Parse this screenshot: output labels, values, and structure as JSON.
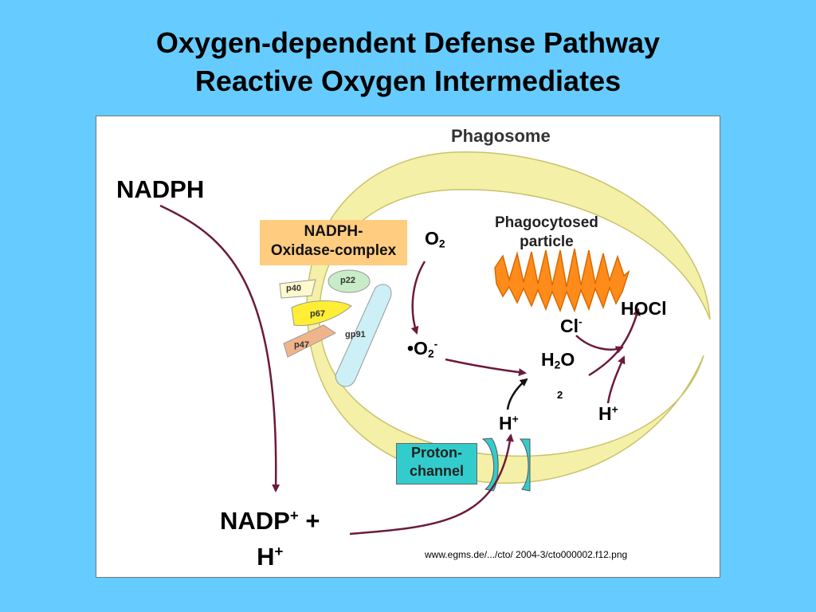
{
  "title": {
    "line1": "Oxygen-dependent Defense Pathway",
    "line2": "Reactive Oxygen Intermediates"
  },
  "diagram": {
    "phagosome": "Phagosome",
    "nadph": "NADPH",
    "complex_line1": "NADPH-",
    "complex_line2": "Oxidase-complex",
    "subunits": {
      "p40": "p40",
      "p22": "p22",
      "p67": "p67",
      "p47": "p47",
      "gp91": "gp91"
    },
    "particle_line1": "Phagocytosed",
    "particle_line2": "particle",
    "o2": "O",
    "o2_sub": "2",
    "superoxide_dot": "•O",
    "superoxide_sub": "2",
    "superoxide_sup": "-",
    "cl": "Cl",
    "cl_sup": "-",
    "hocl": "HOCl",
    "h2o_h": "H",
    "h2o_sub": "2",
    "h2o_o": "O",
    "h2o_two": "2",
    "hplus_left": "H",
    "hplus_right": "H",
    "plus": "+",
    "proton_line1": "Proton-",
    "proton_line2": "channel",
    "nadp_line1_a": "NADP",
    "nadp_line1_b": " +",
    "nadp_line2": "H",
    "credit": "www.egms.de/.../cto/ 2004-3/cto000002.f12.png"
  },
  "colors": {
    "background": "#66ccff",
    "arrow": "#6b1a3c",
    "phagosome_fill": "#f5f0a8",
    "complex_box": "#ffcc80",
    "particle": "#ff8c1a",
    "proton_channel": "#33cccc",
    "gp91": "#ccf0f5",
    "p22": "#c8ecc8",
    "p67": "#ffee33",
    "p47": "#f0b48c",
    "p40": "#fffacd"
  }
}
